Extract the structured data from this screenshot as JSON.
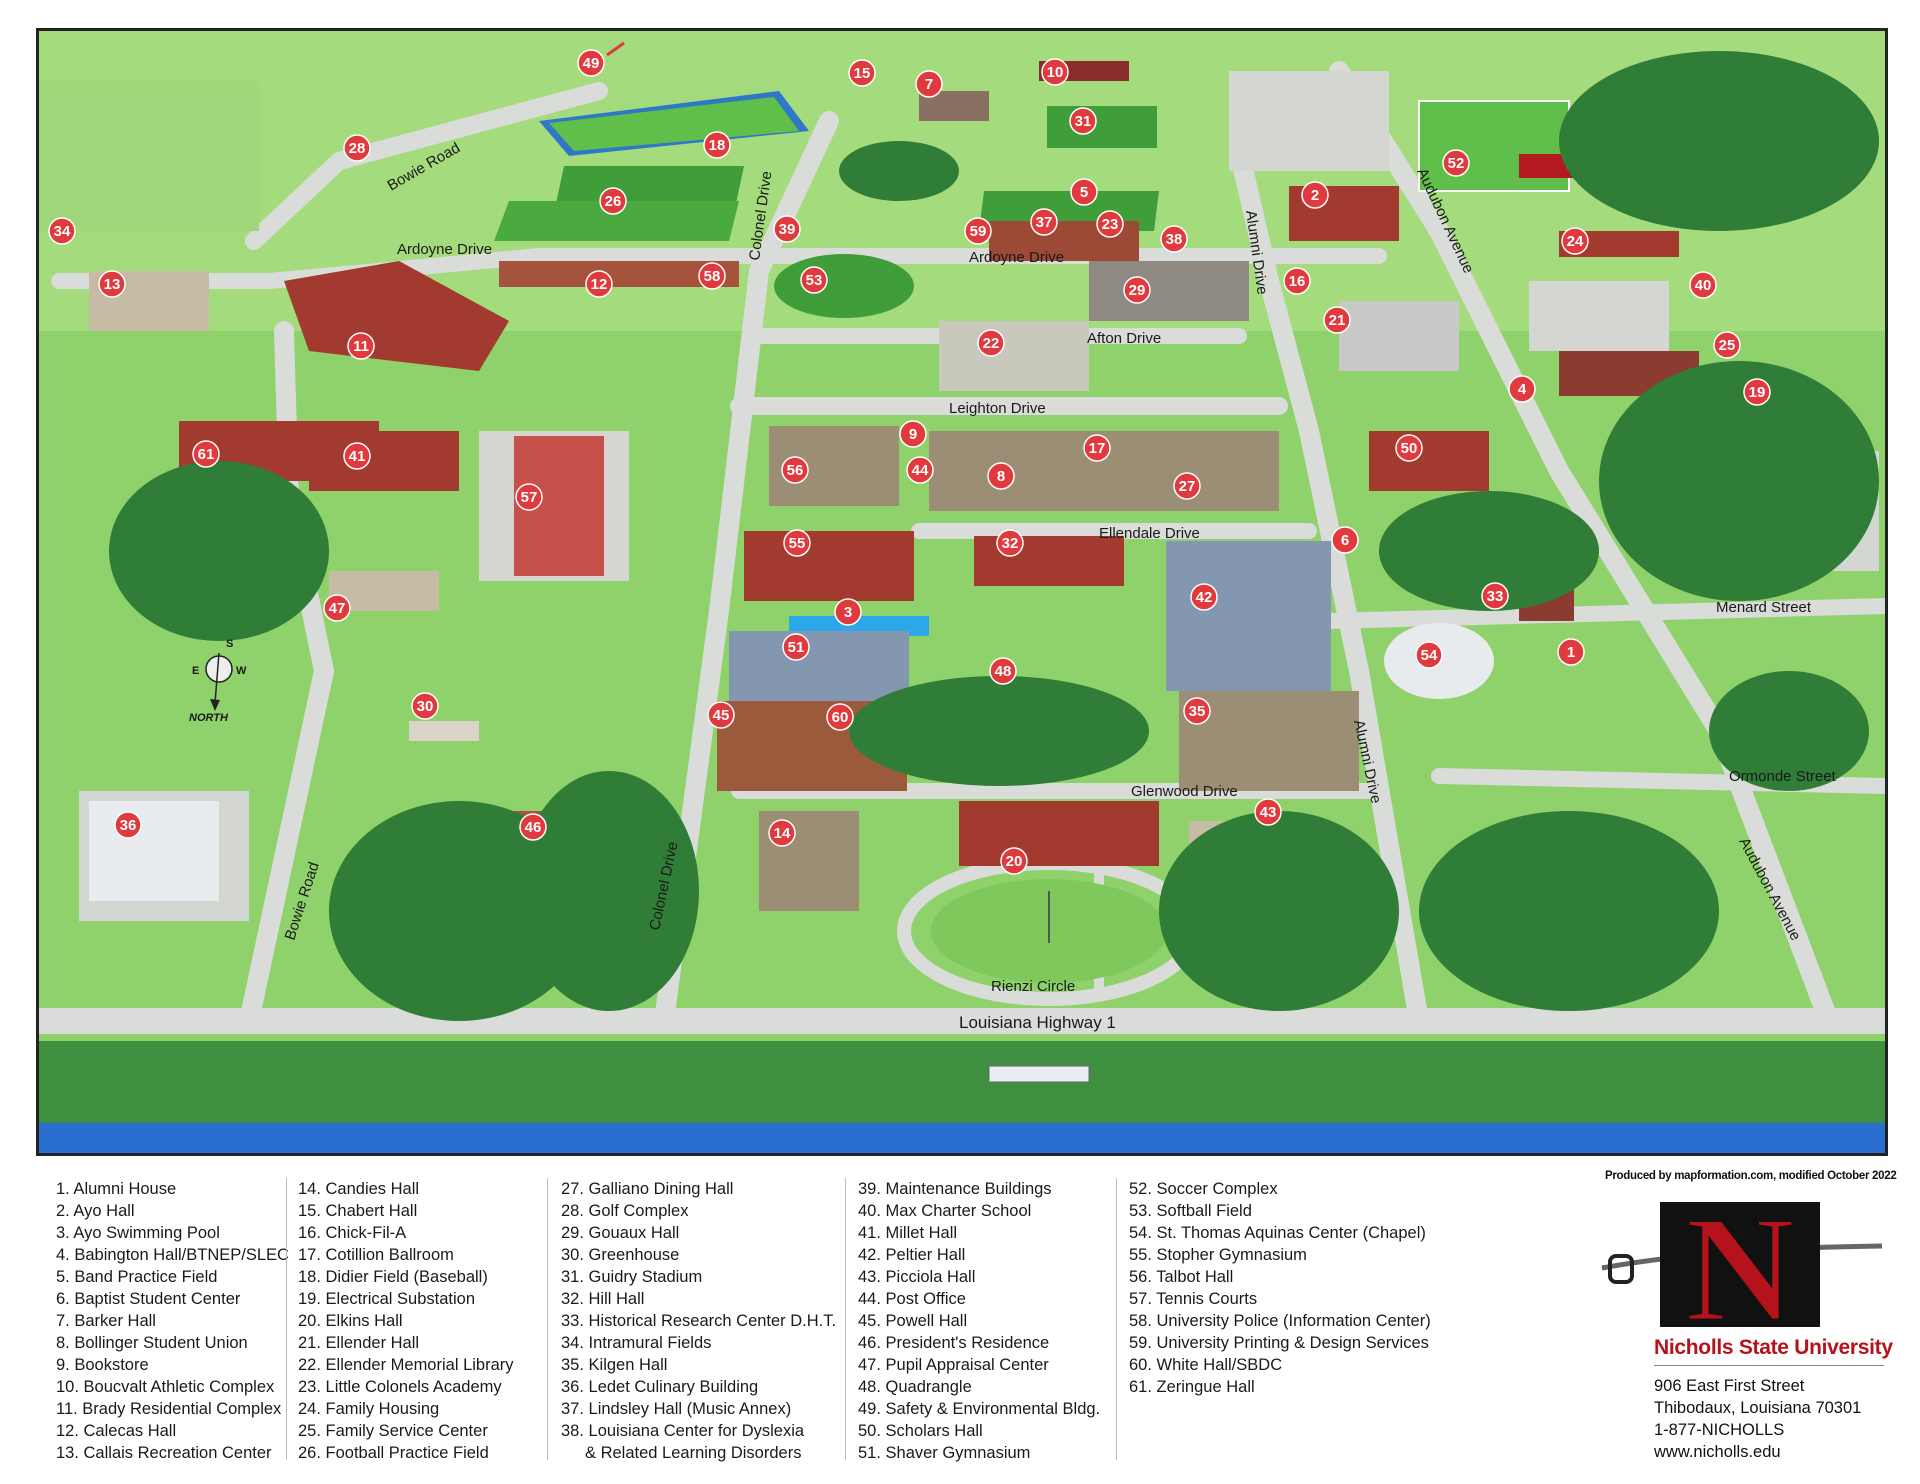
{
  "roads": [
    "Bowie Road",
    "Ardoyne Drive",
    "Colonel Drive",
    "Ardoyne Drive",
    "Alumni Drive",
    "Audubon Avenue",
    "Afton Drive",
    "Leighton Drive",
    "Ellendale Drive",
    "Menard Street",
    "Ormonde Street",
    "Glenwood Drive",
    "Alumni Drive",
    "Audubon Avenue",
    "Bowie Road",
    "Colonel Drive",
    "Rienzi Circle",
    "Louisiana Highway 1"
  ],
  "compass": {
    "s": "S",
    "e": "E",
    "w": "W",
    "north": "NORTH"
  },
  "markers": [
    "49",
    "15",
    "7",
    "10",
    "31",
    "28",
    "18",
    "26",
    "5",
    "2",
    "52",
    "34",
    "39",
    "59",
    "37",
    "23",
    "38",
    "24",
    "13",
    "12",
    "58",
    "53",
    "29",
    "16",
    "21",
    "40",
    "11",
    "22",
    "25",
    "4",
    "19",
    "61",
    "41",
    "9",
    "17",
    "56",
    "44",
    "8",
    "27",
    "50",
    "57",
    "55",
    "32",
    "6",
    "3",
    "42",
    "33",
    "47",
    "51",
    "48",
    "54",
    "1",
    "30",
    "45",
    "60",
    "35",
    "36",
    "46",
    "14",
    "43",
    "20"
  ],
  "legend": {
    "columns": [
      [
        "1. Alumni House",
        "2. Ayo Hall",
        "3. Ayo Swimming Pool",
        "4. Babington Hall/BTNEP/SLEC",
        "5. Band Practice Field",
        "6. Baptist Student Center",
        "7. Barker Hall",
        "8. Bollinger Student Union",
        "9. Bookstore",
        "10. Boucvalt Athletic Complex",
        "11. Brady Residential Complex",
        "12. Calecas Hall",
        "13. Callais Recreation Center"
      ],
      [
        "14. Candies Hall",
        "15. Chabert Hall",
        "16. Chick-Fil-A",
        "17. Cotillion Ballroom",
        "18. Didier Field (Baseball)",
        "19. Electrical Substation",
        "20. Elkins Hall",
        "21. Ellender Hall",
        "22. Ellender Memorial Library",
        "23. Little Colonels Academy",
        "24. Family Housing",
        "25. Family Service Center",
        "26. Football Practice Field"
      ],
      [
        "27. Galliano Dining Hall",
        "28. Golf Complex",
        "29. Gouaux Hall",
        "30. Greenhouse",
        "31. Guidry Stadium",
        "32. Hill Hall",
        "33. Historical Research Center D.H.T.",
        "34. Intramural Fields",
        "35. Kilgen Hall",
        "36. Ledet Culinary Building",
        "37. Lindsley Hall (Music Annex)",
        "38. Louisiana Center for Dyslexia",
        "& Related Learning Disorders"
      ],
      [
        "39. Maintenance Buildings",
        "40. Max Charter School",
        "41. Millet Hall",
        "42. Peltier Hall",
        "43. Picciola Hall",
        "44. Post Office",
        "45. Powell Hall",
        "46. President's Residence",
        "47. Pupil Appraisal Center",
        "48. Quadrangle",
        "49. Safety & Environmental Bldg.",
        "50. Scholars Hall",
        "51. Shaver Gymnasium"
      ],
      [
        "52. Soccer Complex",
        "53. Softball Field",
        "54. St. Thomas Aquinas Center (Chapel)",
        "55. Stopher Gymnasium",
        "56. Talbot Hall",
        "57. Tennis Courts",
        "58. University Police (Information Center)",
        "59. University Printing & Design Services",
        "60. White Hall/SBDC",
        "61. Zeringue Hall"
      ]
    ]
  },
  "credit": "Produced by mapformation.com, modified October 2022",
  "logo_letter": "N",
  "university": {
    "name": "Nicholls State University",
    "address": [
      "906 East First Street",
      "Thibodaux, Louisiana 70301",
      "1-877-NICHOLLS",
      "www.nicholls.edu"
    ]
  },
  "colors": {
    "grass": "#8fd16a",
    "road": "#d9dcd8",
    "tree": "#2f7d37",
    "building_roof": "#9b8e74",
    "brick": "#a23a30",
    "marker": "#e03a3e",
    "water": "#2a6fd0",
    "brand_red": "#b5121b"
  }
}
